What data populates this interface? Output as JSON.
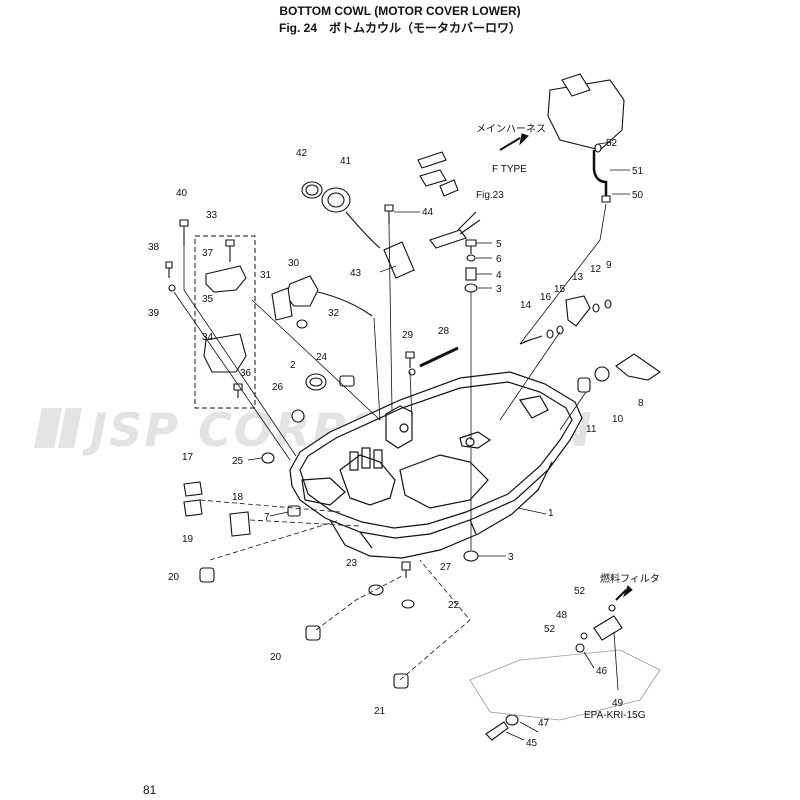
{
  "header": {
    "title": "BOTTOM COWL (MOTOR COVER LOWER)",
    "subtitle": "Fig. 24　ボトムカウル（モータカバーロワ）"
  },
  "page_number": "81",
  "watermark": "JSP CORPORATION",
  "annotations": {
    "main_harness": "メインハーネス",
    "f_type": "F TYPE",
    "fig_ref": "Fig.23",
    "fuel_filter": "燃料フィルタ",
    "part_code": "EPA-KRI-15G"
  },
  "callouts": [
    "1",
    "2",
    "3",
    "3",
    "4",
    "5",
    "6",
    "7",
    "8",
    "9",
    "10",
    "11",
    "12",
    "13",
    "14",
    "15",
    "16",
    "17",
    "18",
    "19",
    "20",
    "20",
    "21",
    "22",
    "23",
    "24",
    "25",
    "26",
    "27",
    "28",
    "29",
    "30",
    "31",
    "32",
    "33",
    "34",
    "35",
    "36",
    "37",
    "38",
    "39",
    "40",
    "41",
    "42",
    "43",
    "44",
    "45",
    "46",
    "47",
    "48",
    "49",
    "50",
    "51",
    "52",
    "52",
    "52"
  ],
  "colors": {
    "line": "#111111",
    "watermark": "#e3e3e3"
  }
}
